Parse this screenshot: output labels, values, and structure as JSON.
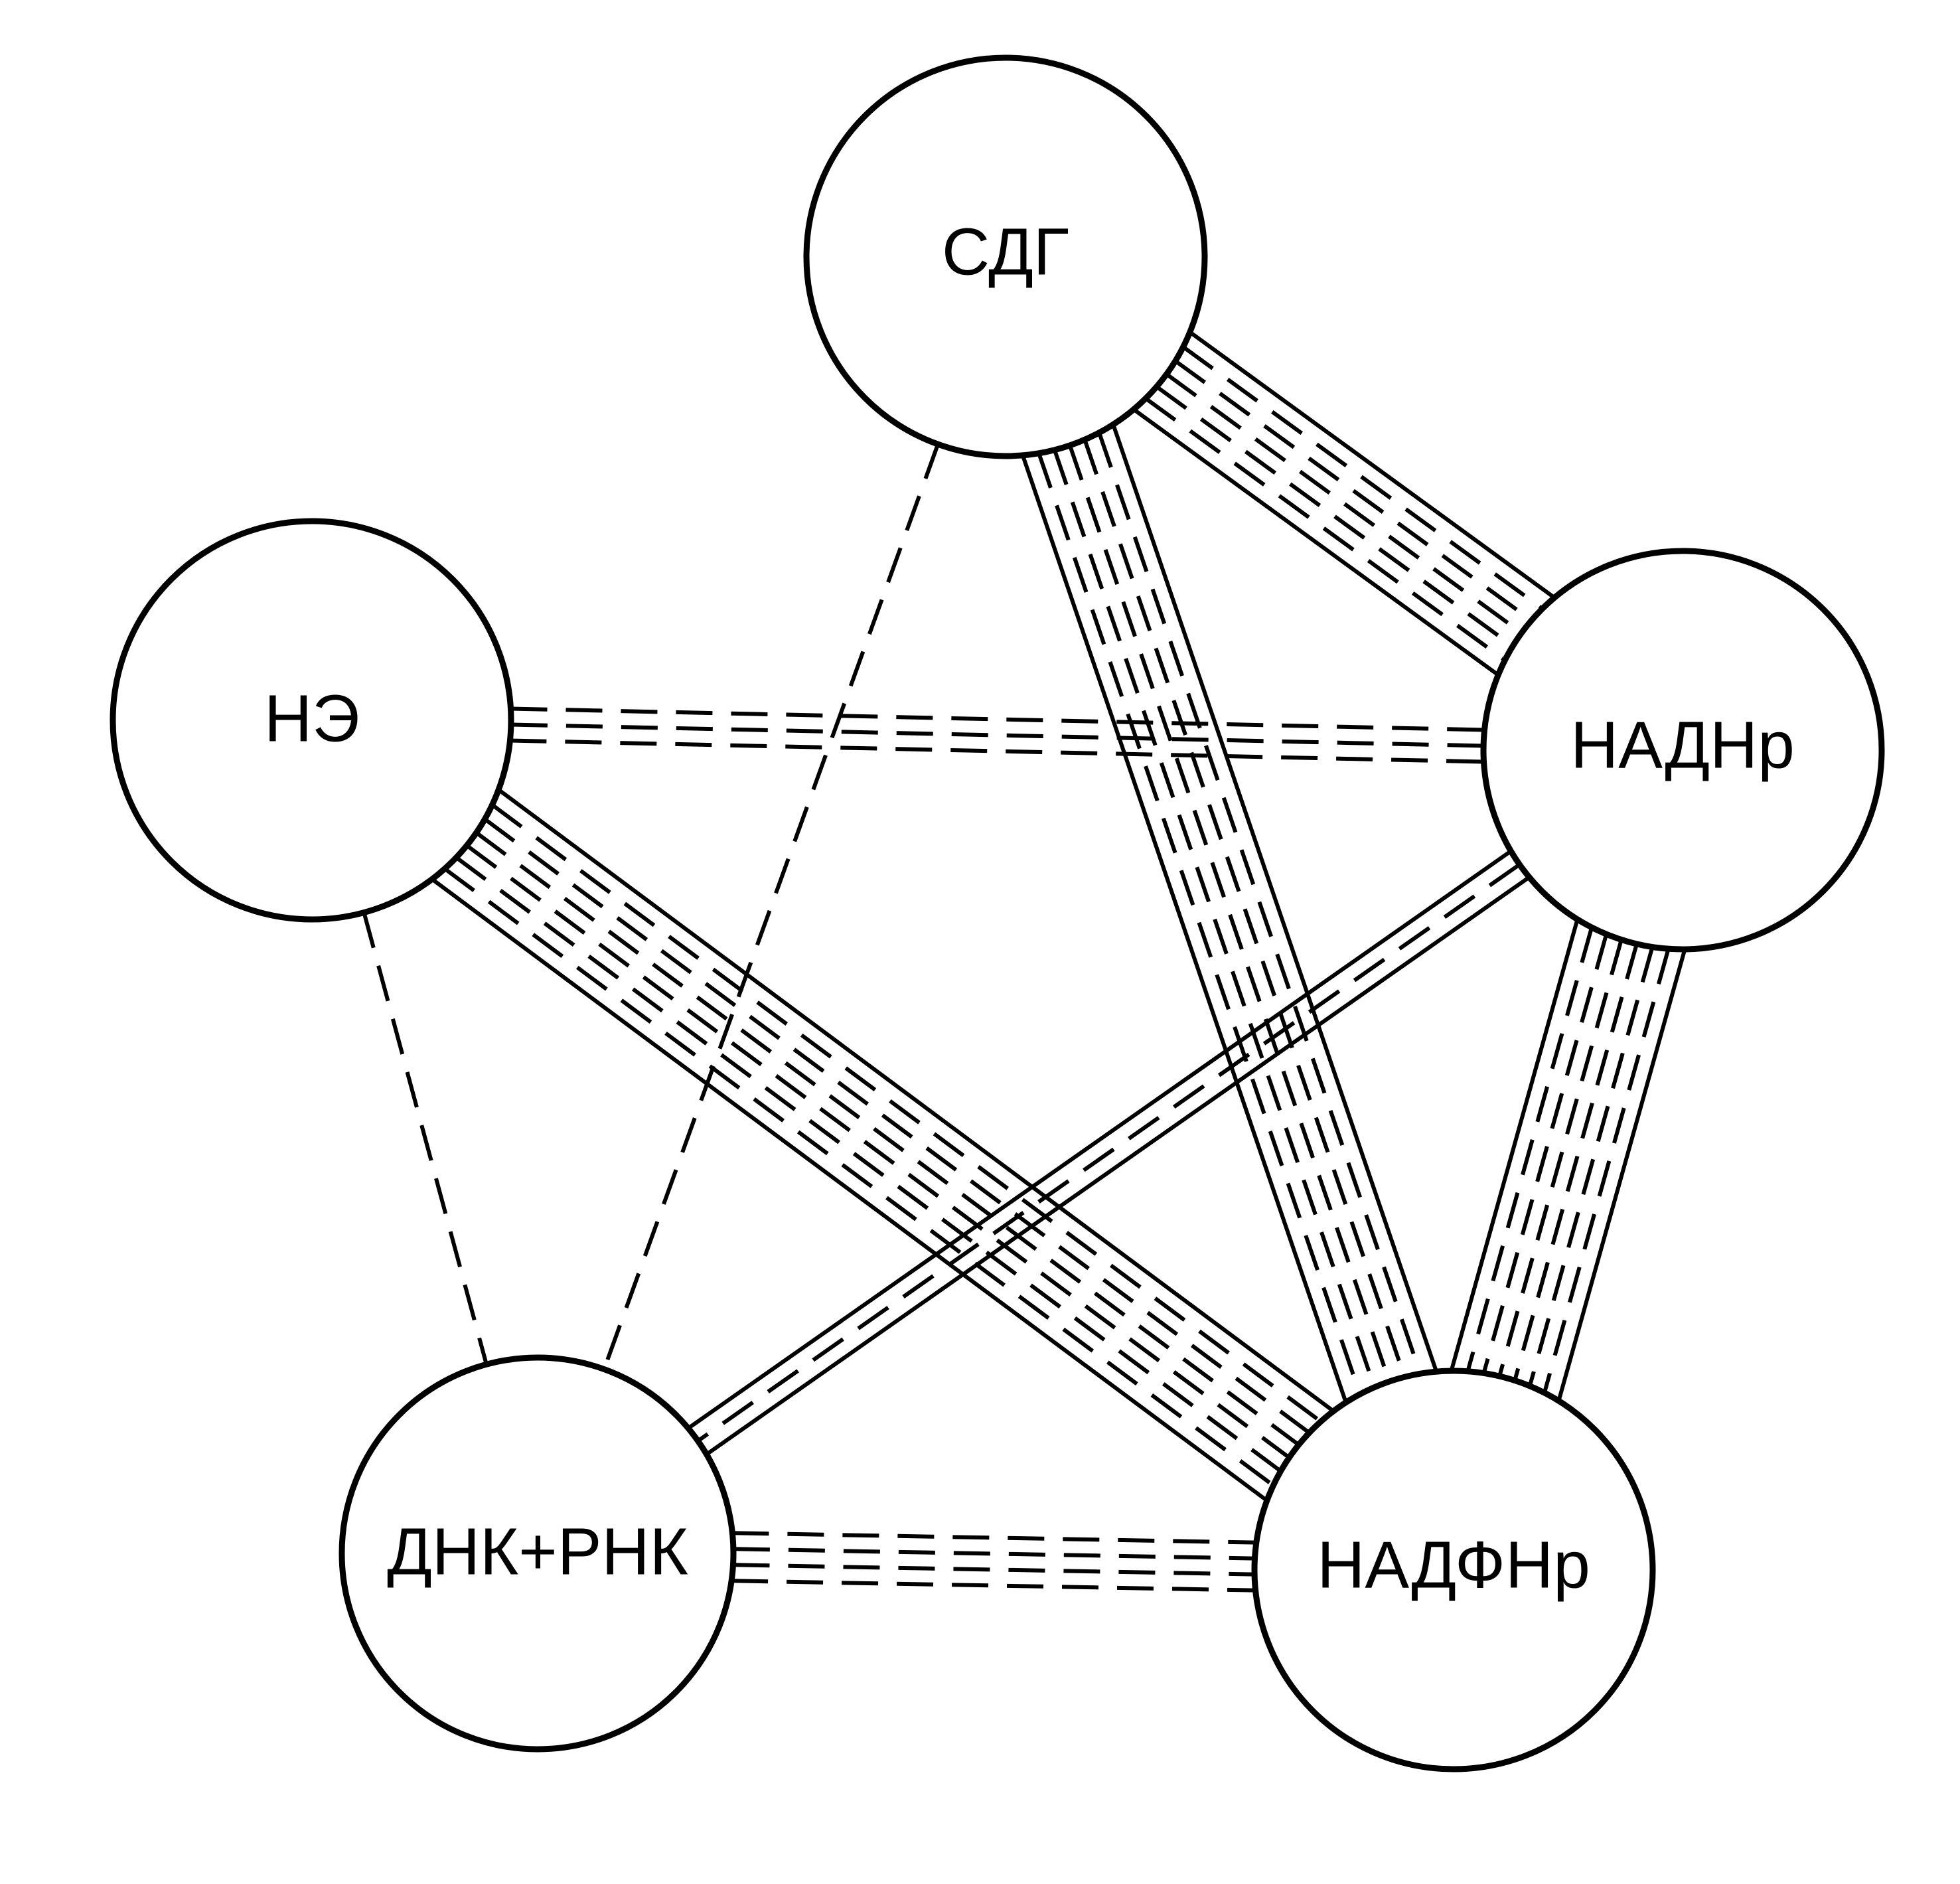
{
  "nodes": [
    {
      "id": "sdg",
      "label": "СДГ"
    },
    {
      "id": "ne",
      "label": "НЭ"
    },
    {
      "id": "nadhr",
      "label": "НАДНр"
    },
    {
      "id": "dnk",
      "label": "ДНК+РНК"
    },
    {
      "id": "nadfhr",
      "label": "НАДФНр"
    }
  ],
  "edges": [
    {
      "from": "sdg",
      "to": "nadhr",
      "solid": 2,
      "dashed": 5
    },
    {
      "from": "sdg",
      "to": "nadfhr",
      "solid": 2,
      "dashed": 5
    },
    {
      "from": "sdg",
      "to": "dnk",
      "solid": 0,
      "dashed": 1
    },
    {
      "from": "ne",
      "to": "nadhr",
      "solid": 0,
      "dashed": 3
    },
    {
      "from": "ne",
      "to": "nadfhr",
      "solid": 2,
      "dashed": 6
    },
    {
      "from": "ne",
      "to": "dnk",
      "solid": 0,
      "dashed": 1
    },
    {
      "from": "nadhr",
      "to": "dnk",
      "solid": 2,
      "dashed": 1
    },
    {
      "from": "nadhr",
      "to": "nadfhr",
      "solid": 2,
      "dashed": 6
    },
    {
      "from": "dnk",
      "to": "nadfhr",
      "solid": 0,
      "dashed": 4
    }
  ]
}
